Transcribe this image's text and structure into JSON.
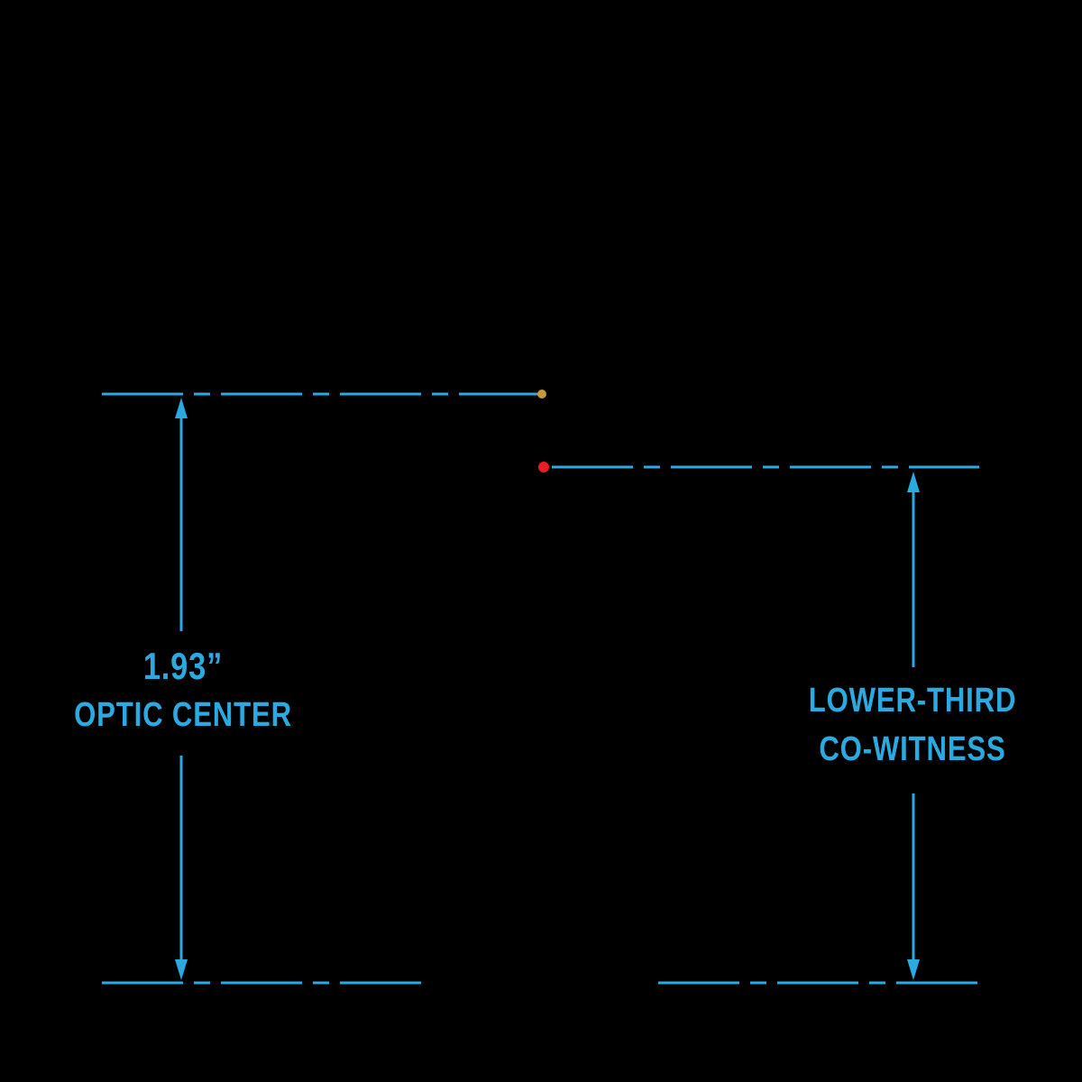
{
  "colors": {
    "background": "#000000",
    "line": "#2baae2",
    "red_dot": "#ed1c24",
    "gold_dot": "#c49a3c"
  },
  "left_dimension": {
    "value": "1.93”",
    "label": "OPTIC CENTER"
  },
  "right_dimension": {
    "label_line1": "LOWER-THIRD",
    "label_line2": "CO-WITNESS"
  }
}
